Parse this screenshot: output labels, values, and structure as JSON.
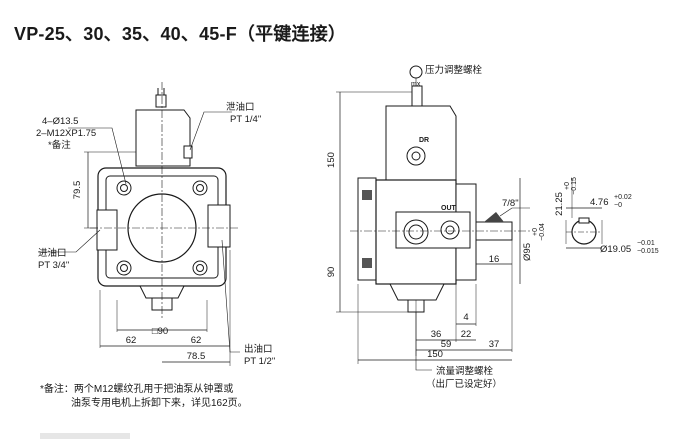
{
  "title": "VP-25、30、35、40、45-F（平键连接）",
  "left_view": {
    "hole_spec_1": "4–Ø13.5",
    "hole_spec_2": "2–M12XP1.75",
    "hole_note": "*备注",
    "drain_port": "泄油口",
    "drain_port_size": "PT 1/4\"",
    "inlet_port": "进油口",
    "inlet_port_size": "PT 3/4\"",
    "outlet_port": "出油口",
    "outlet_port_size": "PT 1/2\"",
    "dim_79_5": "79.5",
    "dim_square_90": "□90",
    "dim_62_left": "62",
    "dim_62_right": "62",
    "dim_78_5": "78.5"
  },
  "right_view": {
    "pressure_screw": "压力调整螺栓",
    "pressure_screw_small": "mx",
    "flow_screw": "流量调整螺栓",
    "flow_screw_note": "（出厂已设定好）",
    "dr_label": "DR",
    "out_label": "OUT",
    "dim_150_vertical": "150",
    "dim_90_vertical": "90",
    "dim_7_8": "7/8\"",
    "dim_95_dia": "Ø95",
    "dim_95_tol_upper": "+0",
    "dim_95_tol_lower": "−0.04",
    "dim_16": "16",
    "dim_4": "4",
    "dim_36": "36",
    "dim_22": "22",
    "dim_59": "59",
    "dim_37": "37",
    "dim_150_horizontal": "150"
  },
  "shaft_detail": {
    "dim_21_25": "21.25",
    "dim_21_25_tol_upper": "+0",
    "dim_21_25_tol_lower": "−0.15",
    "dim_4_76": "4.76",
    "dim_4_76_tol_upper": "+0.02",
    "dim_4_76_tol_lower": "−0",
    "dim_19_05": "Ø19.05",
    "dim_19_05_tol_upper": "−0.01",
    "dim_19_05_tol_lower": "−0.015"
  },
  "footnote": {
    "line1": "*备注：两个M12螺纹孔用于把油泵从钟罩或",
    "line2": "油泵专用电机上拆卸下来，详见162页。"
  }
}
